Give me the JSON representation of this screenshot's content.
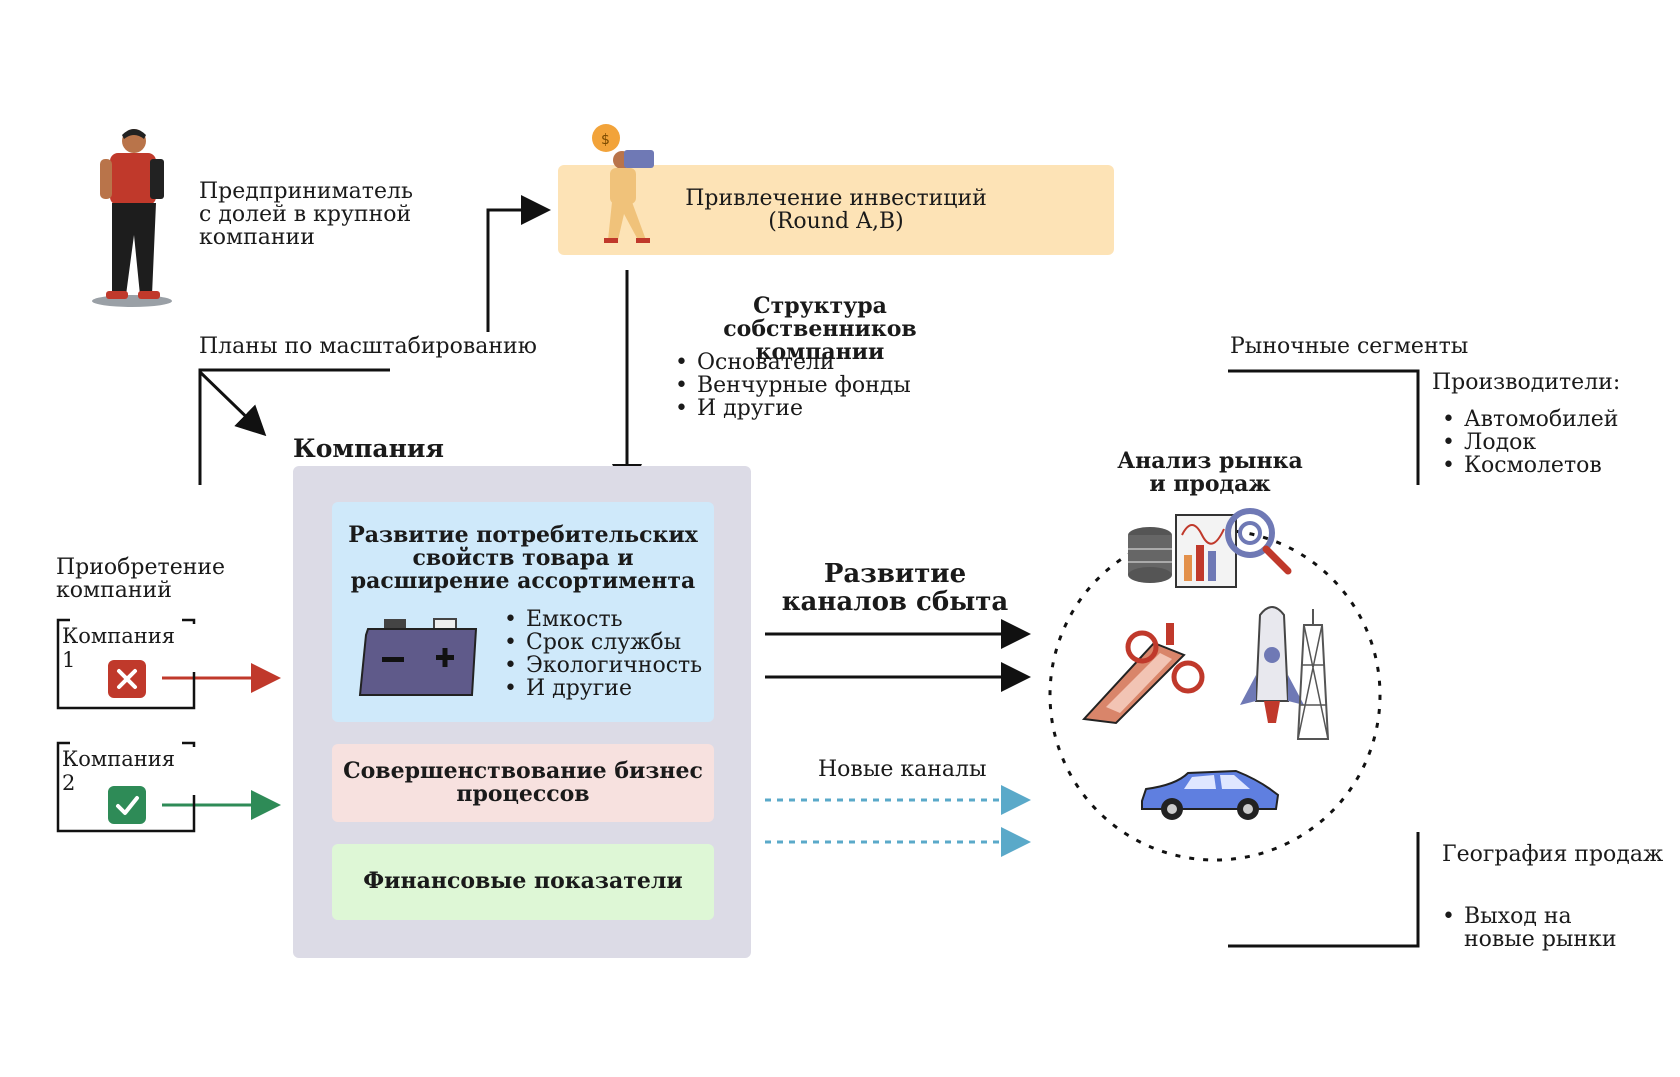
{
  "entrepreneur": {
    "label": "Предприниматель\nс долей в крупной\nкомпании"
  },
  "plans": {
    "label": "Планы по масштабированию"
  },
  "investment": {
    "title": "Привлечение инвестиций\n(Round A,B)"
  },
  "owners": {
    "title": "Структура собственников\nкомпании",
    "items": [
      "Основатели",
      "Венчурные фонды",
      "И другие"
    ]
  },
  "company": {
    "title": "Компания",
    "product": {
      "title": "Развитие потребительских\nсвойств товара и\nрасширение ассортимента",
      "items": [
        "Емкость",
        "Срок службы",
        "Экологичность",
        "И другие"
      ]
    },
    "processes": {
      "title": "Совершенствование бизнес\nпроцессов"
    },
    "finance": {
      "title": "Финансовые показатели"
    }
  },
  "acquisition": {
    "title": "Приобретение\nкомпаний",
    "company1": {
      "label": "Компания 1",
      "status": "rejected"
    },
    "company2": {
      "label": "Компания 2",
      "status": "accepted"
    }
  },
  "channels": {
    "title": "Развитие\nканалов сбыта",
    "new_label": "Новые каналы"
  },
  "market": {
    "title": "Анализ рынка\nи продаж"
  },
  "segments": {
    "title": "Рыночные сегменты",
    "producers_title": "Производители:",
    "producers": [
      "Автомобилей",
      "Лодок",
      "Космолетов"
    ]
  },
  "geography": {
    "title": "География продаж",
    "items": [
      "Выход на\nновые рынки"
    ]
  },
  "colors": {
    "investment_bg": "#fde3b6",
    "company_bg": "#dcdbe6",
    "product_bg": "#cfe9fa",
    "processes_bg": "#f7e1df",
    "finance_bg": "#def7d6",
    "reject": "#c0392b",
    "accept": "#2e8b57",
    "dotted": "#5aa9c9"
  }
}
